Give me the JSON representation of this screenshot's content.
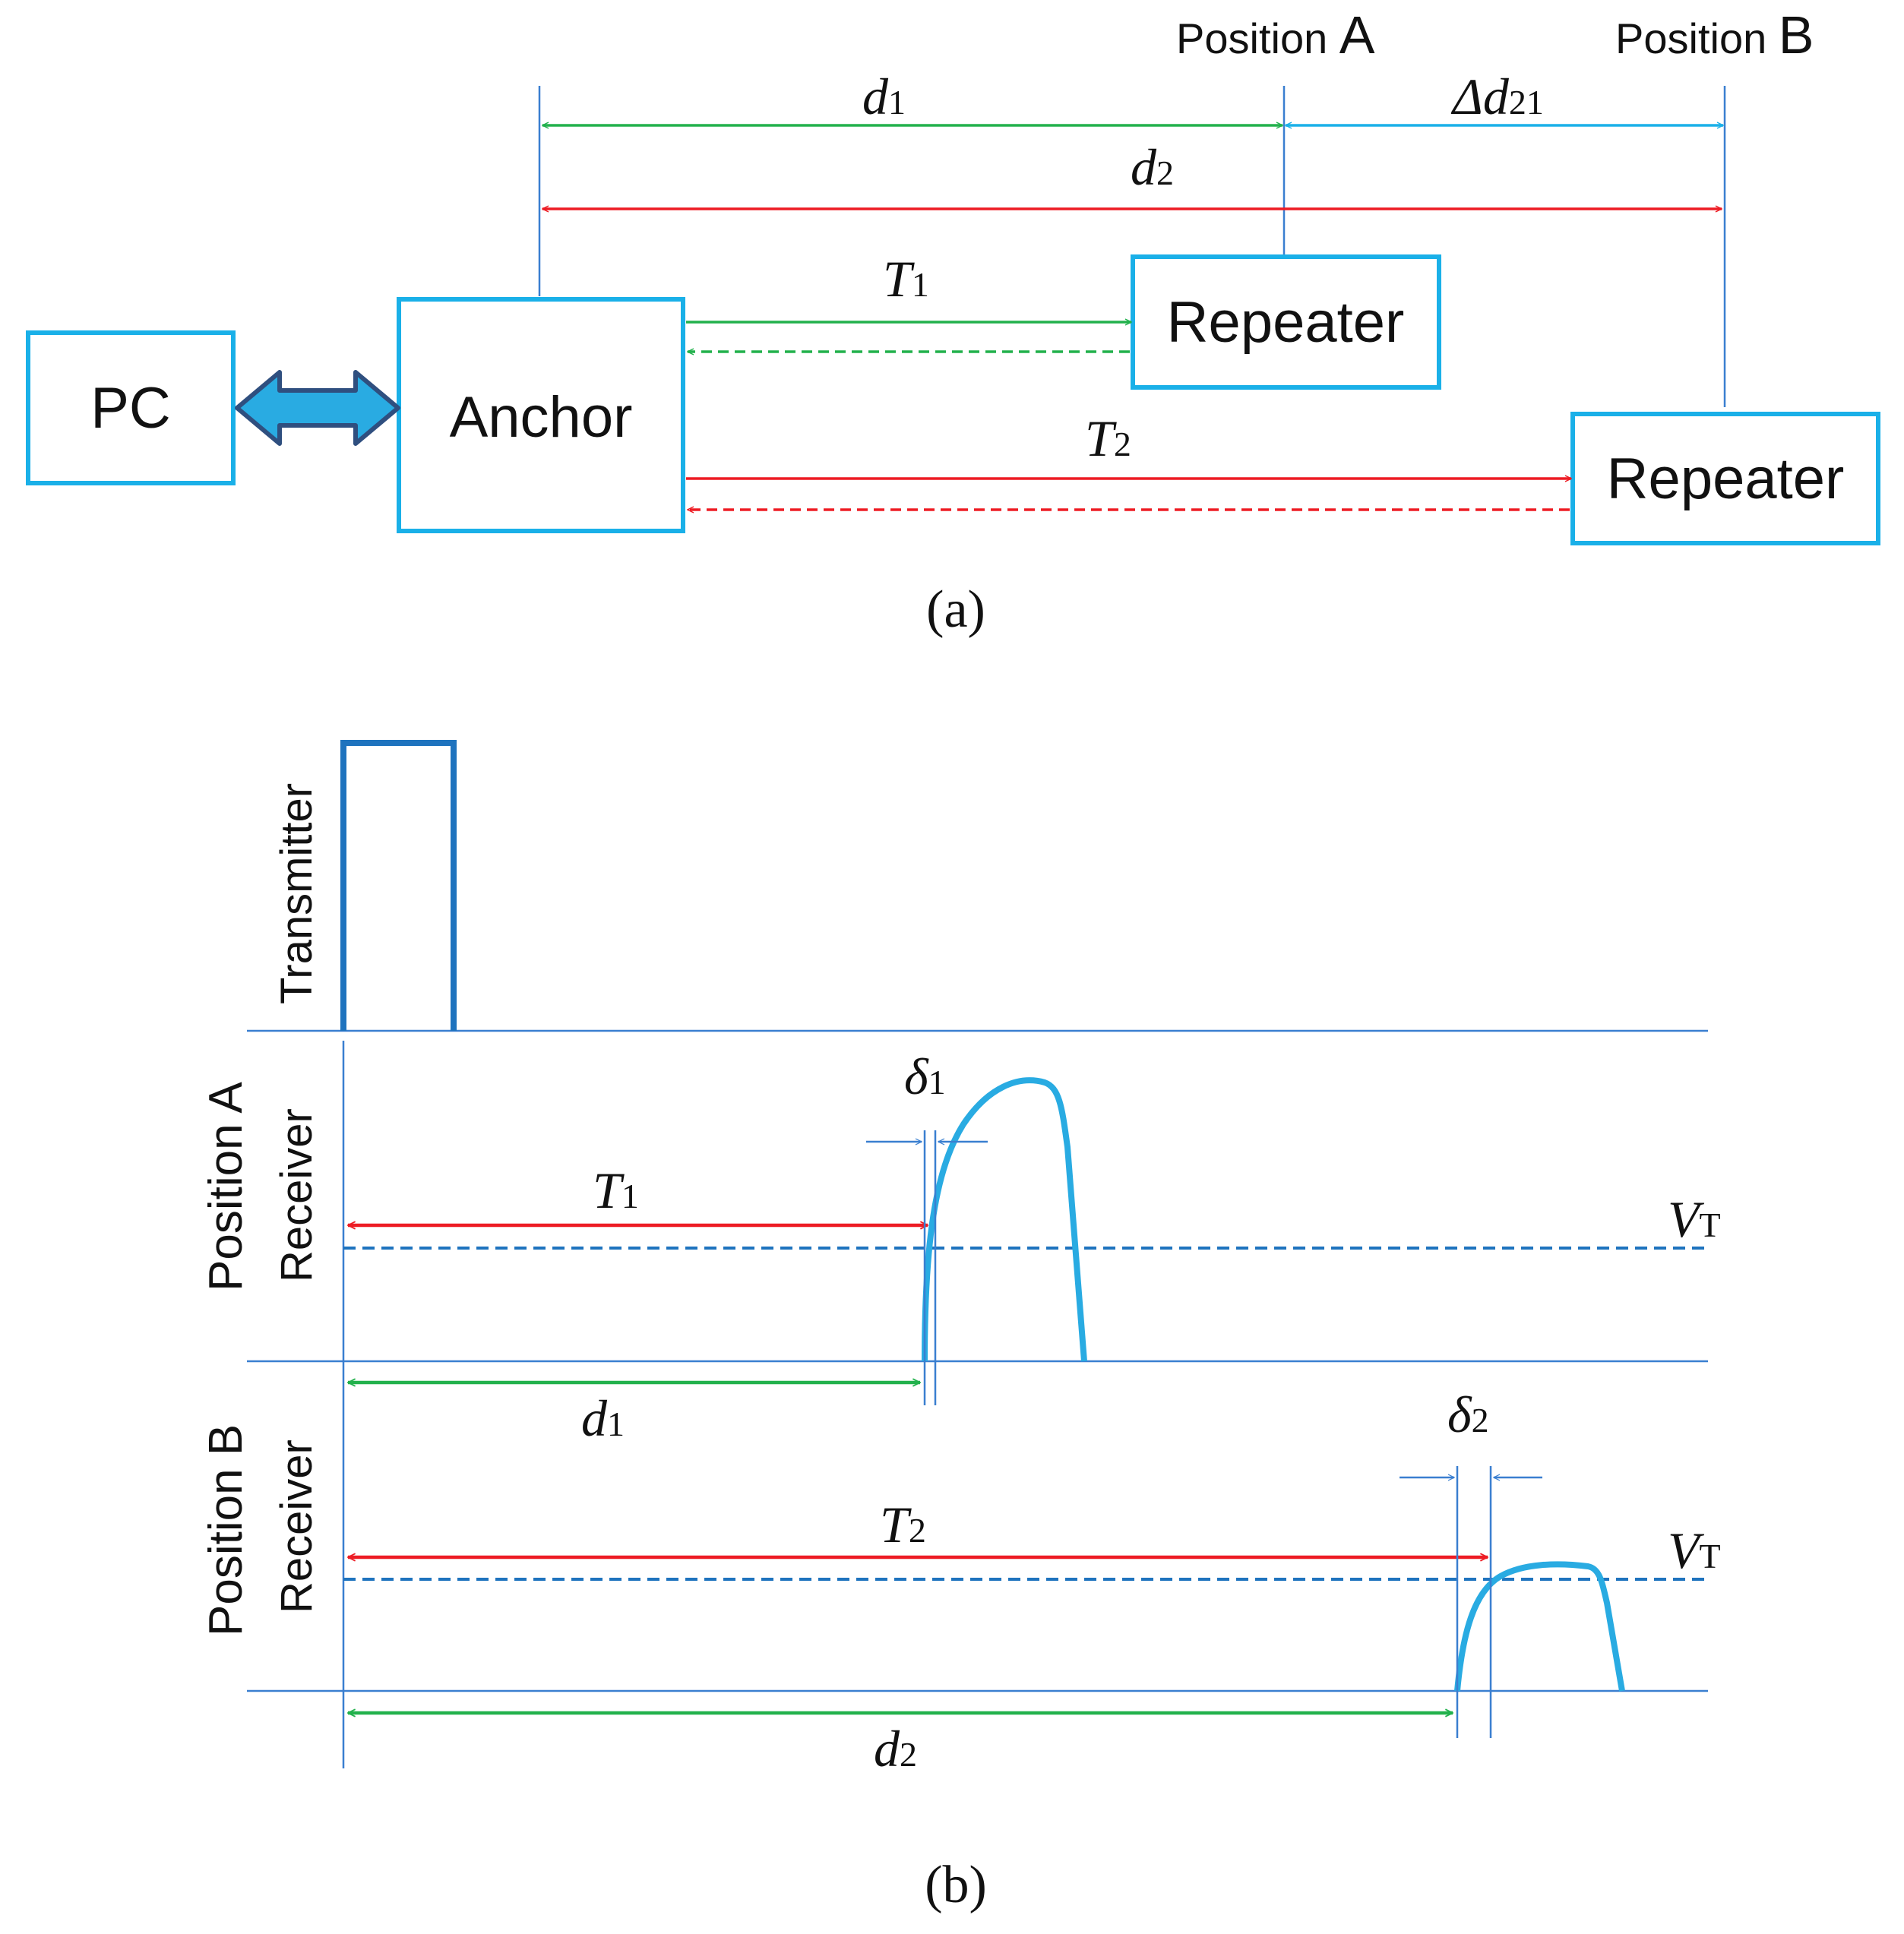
{
  "panel_a": {
    "caption": "(a)",
    "position_a": {
      "word": "Position",
      "letter": "A"
    },
    "position_b": {
      "word": "Position",
      "letter": "B"
    },
    "pc_label": "PC",
    "anchor_label": "Anchor",
    "repeater_a_label": "Repeater",
    "repeater_b_label": "Repeater",
    "d1": {
      "base": "d",
      "sub": "1"
    },
    "d2": {
      "base": "d",
      "sub": "2"
    },
    "delta_d21": {
      "base": "Δd",
      "sub": "21"
    },
    "t1": {
      "base": "T",
      "sub": "1"
    },
    "t2": {
      "base": "T",
      "sub": "2"
    }
  },
  "panel_b": {
    "caption": "(b)",
    "transmitter_label": "Transmitter",
    "receiver_a": {
      "receiver": "Receiver",
      "position": "Position A"
    },
    "receiver_b": {
      "receiver": "Receiver",
      "position": "Position B"
    },
    "t1": {
      "base": "T",
      "sub": "1"
    },
    "t2": {
      "base": "T",
      "sub": "2"
    },
    "d1": {
      "base": "d",
      "sub": "1"
    },
    "d2": {
      "base": "d",
      "sub": "2"
    },
    "delta1": {
      "base": "δ",
      "sub": "1"
    },
    "delta2": {
      "base": "δ",
      "sub": "2"
    },
    "vt_a": {
      "base": "V",
      "sub": "T"
    },
    "vt_b": {
      "base": "V",
      "sub": "T"
    }
  },
  "colors": {
    "box_border": "#1ab0e8",
    "green": "#22b14c",
    "red": "#ed1c24",
    "cyan": "#1ab0e8",
    "pulse": "#1e73be",
    "signal": "#29abe2",
    "threshold": "#1e73be",
    "guide": "#3a7fd0"
  }
}
